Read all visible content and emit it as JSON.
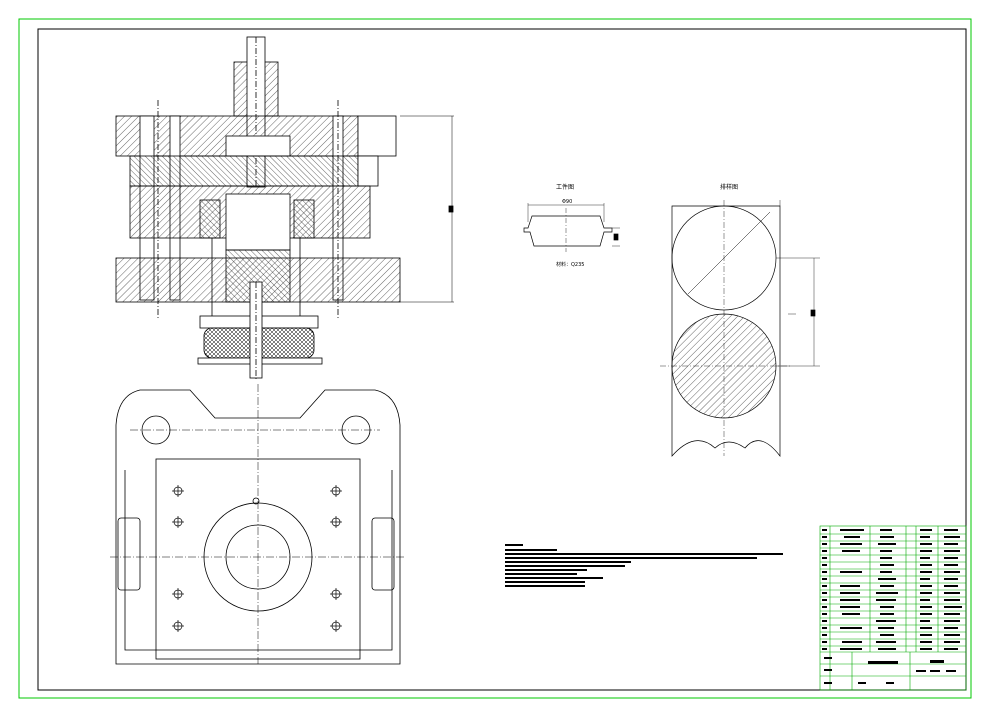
{
  "part_view": {
    "title": "工件图",
    "material": "材料：Q235",
    "dimension": "Φ90"
  },
  "blank_view": {
    "title": "排样图"
  },
  "colors": {
    "border": "#00c800",
    "line": "#000000",
    "table": "#00aa00"
  }
}
